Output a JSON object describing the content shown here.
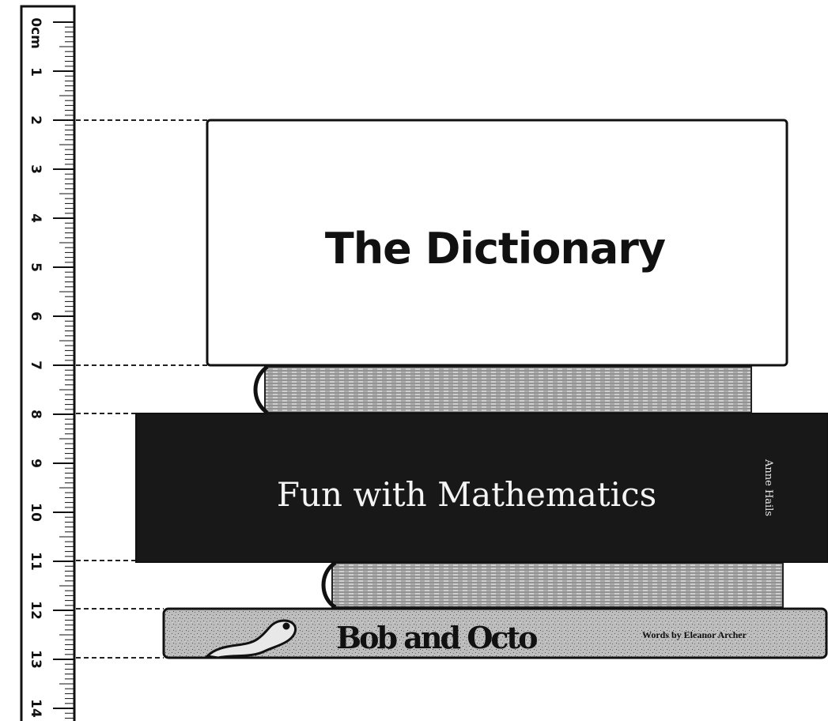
{
  "ruler": {
    "unit_label": "0cm",
    "labels": [
      "1",
      "2",
      "3",
      "4",
      "5",
      "6",
      "7",
      "8",
      "9",
      "10",
      "11",
      "12",
      "13",
      "14"
    ]
  },
  "books": {
    "dictionary": {
      "title": "The Dictionary"
    },
    "mathematics": {
      "title": "Fun with Mathematics",
      "spine_author": "Anne Hails"
    },
    "bob_and_octo": {
      "title": "Bob and Octo",
      "author_line": "Words by Eleanor Archer"
    }
  },
  "colors": {
    "ruler_background": "#ffffff",
    "outline": "#111111",
    "math_cover": "#181818",
    "page_edges": "#9a9a9a",
    "speckle_cover": "#b8b8b8"
  }
}
